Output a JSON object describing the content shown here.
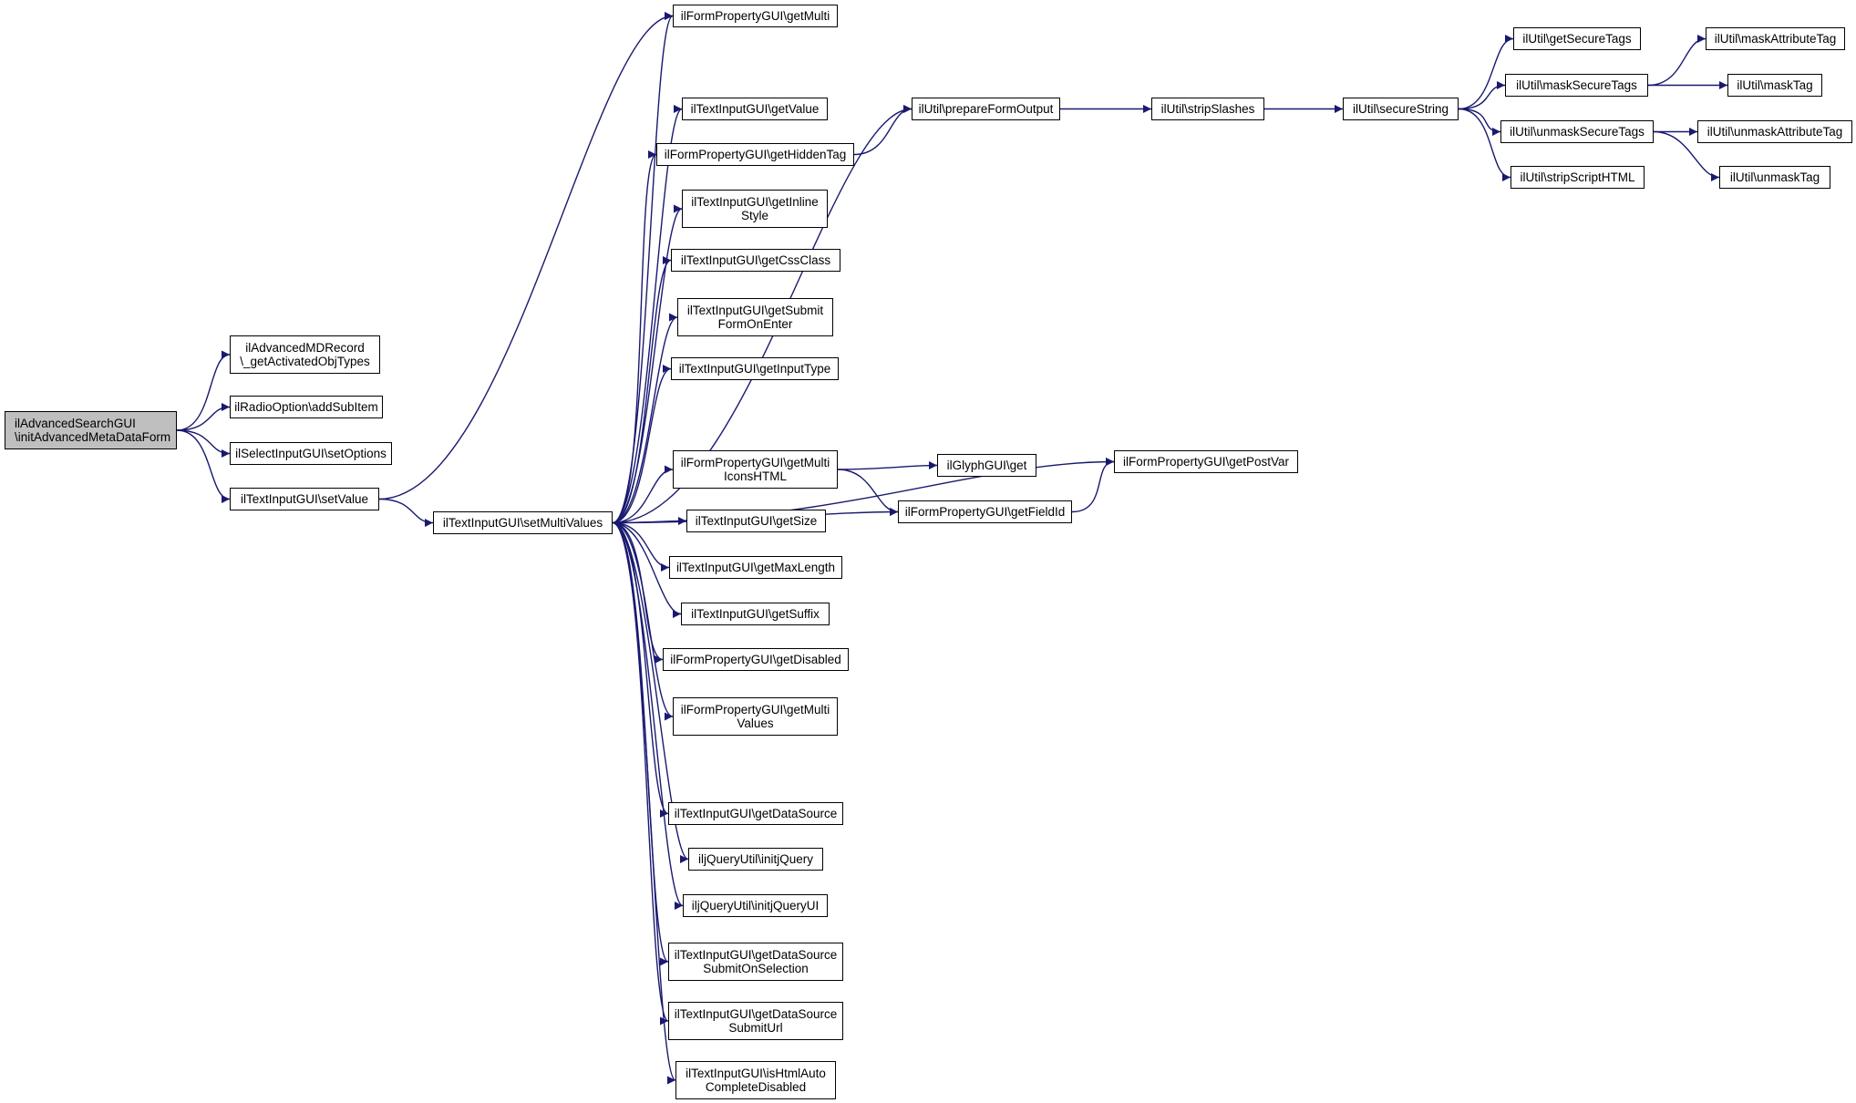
{
  "graph": {
    "edge_color": "#191970",
    "root_fill": "#bfbfbf",
    "nodes": {
      "root": "ilAdvancedSearchGUI\n\\initAdvancedMetaDataForm",
      "getActivatedObjTypes": "ilAdvancedMDRecord\n\\_getActivatedObjTypes",
      "addSubItem": "ilRadioOption\\addSubItem",
      "setOptions": "ilSelectInputGUI\\setOptions",
      "setValue": "ilTextInputGUI\\setValue",
      "setMultiValues": "ilTextInputGUI\\setMultiValues",
      "getMulti": "ilFormPropertyGUI\\getMulti",
      "getValue": "ilTextInputGUI\\getValue",
      "getHiddenTag": "ilFormPropertyGUI\\getHiddenTag",
      "getInlineStyle": "ilTextInputGUI\\getInline\nStyle",
      "getCssClass": "ilTextInputGUI\\getCssClass",
      "getSubmitFormOnEnter": "ilTextInputGUI\\getSubmit\nFormOnEnter",
      "getInputType": "ilTextInputGUI\\getInputType",
      "getMultiIconsHTML": "ilFormPropertyGUI\\getMulti\nIconsHTML",
      "getSize": "ilTextInputGUI\\getSize",
      "getMaxLength": "ilTextInputGUI\\getMaxLength",
      "getSuffix": "ilTextInputGUI\\getSuffix",
      "getDisabled": "ilFormPropertyGUI\\getDisabled",
      "getMultiValues": "ilFormPropertyGUI\\getMulti\nValues",
      "getDataSource": "ilTextInputGUI\\getDataSource",
      "initjQuery": "iljQueryUtil\\initjQuery",
      "initjQueryUI": "iljQueryUtil\\initjQueryUI",
      "getDataSourceSubmitOnSelection": "ilTextInputGUI\\getDataSource\nSubmitOnSelection",
      "getDataSourceSubmitUrl": "ilTextInputGUI\\getDataSource\nSubmitUrl",
      "isHtmlAutoCompleteDisabled": "ilTextInputGUI\\isHtmlAuto\nCompleteDisabled",
      "prepareFormOutput": "ilUtil\\prepareFormOutput",
      "stripSlashes": "ilUtil\\stripSlashes",
      "secureString": "ilUtil\\secureString",
      "getSecureTags": "ilUtil\\getSecureTags",
      "maskSecureTags": "ilUtil\\maskSecureTags",
      "unmaskSecureTags": "ilUtil\\unmaskSecureTags",
      "stripScriptHTML": "ilUtil\\stripScriptHTML",
      "maskAttributeTag": "ilUtil\\maskAttributeTag",
      "maskTag": "ilUtil\\maskTag",
      "unmaskAttributeTag": "ilUtil\\unmaskAttributeTag",
      "unmaskTag": "ilUtil\\unmaskTag",
      "glyphGet": "ilGlyphGUI\\get",
      "getFieldId": "ilFormPropertyGUI\\getFieldId",
      "getPostVar": "ilFormPropertyGUI\\getPostVar"
    },
    "edges": [
      [
        "root",
        "getActivatedObjTypes"
      ],
      [
        "root",
        "addSubItem"
      ],
      [
        "root",
        "setOptions"
      ],
      [
        "root",
        "setValue"
      ],
      [
        "setValue",
        "getMulti"
      ],
      [
        "setValue",
        "setMultiValues"
      ],
      [
        "setMultiValues",
        "getMulti"
      ],
      [
        "setMultiValues",
        "prepareFormOutput"
      ],
      [
        "setMultiValues",
        "getValue"
      ],
      [
        "setMultiValues",
        "getHiddenTag"
      ],
      [
        "setMultiValues",
        "getInlineStyle"
      ],
      [
        "setMultiValues",
        "getCssClass"
      ],
      [
        "setMultiValues",
        "getSubmitFormOnEnter"
      ],
      [
        "setMultiValues",
        "getInputType"
      ],
      [
        "setMultiValues",
        "getPostVar"
      ],
      [
        "setMultiValues",
        "getMultiIconsHTML"
      ],
      [
        "setMultiValues",
        "getSize"
      ],
      [
        "setMultiValues",
        "getMaxLength"
      ],
      [
        "setMultiValues",
        "getSuffix"
      ],
      [
        "setMultiValues",
        "getDisabled"
      ],
      [
        "setMultiValues",
        "getMultiValues"
      ],
      [
        "setMultiValues",
        "getFieldId"
      ],
      [
        "setMultiValues",
        "getDataSource"
      ],
      [
        "setMultiValues",
        "initjQuery"
      ],
      [
        "setMultiValues",
        "initjQueryUI"
      ],
      [
        "setMultiValues",
        "getDataSourceSubmitOnSelection"
      ],
      [
        "setMultiValues",
        "getDataSourceSubmitUrl"
      ],
      [
        "setMultiValues",
        "isHtmlAutoCompleteDisabled"
      ],
      [
        "getHiddenTag",
        "prepareFormOutput"
      ],
      [
        "prepareFormOutput",
        "stripSlashes"
      ],
      [
        "stripSlashes",
        "secureString"
      ],
      [
        "secureString",
        "getSecureTags"
      ],
      [
        "secureString",
        "maskSecureTags"
      ],
      [
        "secureString",
        "unmaskSecureTags"
      ],
      [
        "secureString",
        "stripScriptHTML"
      ],
      [
        "maskSecureTags",
        "maskAttributeTag"
      ],
      [
        "maskSecureTags",
        "maskTag"
      ],
      [
        "unmaskSecureTags",
        "unmaskAttributeTag"
      ],
      [
        "unmaskSecureTags",
        "unmaskTag"
      ],
      [
        "getMultiIconsHTML",
        "glyphGet"
      ],
      [
        "getMultiIconsHTML",
        "getFieldId"
      ],
      [
        "getFieldId",
        "getPostVar"
      ]
    ]
  }
}
